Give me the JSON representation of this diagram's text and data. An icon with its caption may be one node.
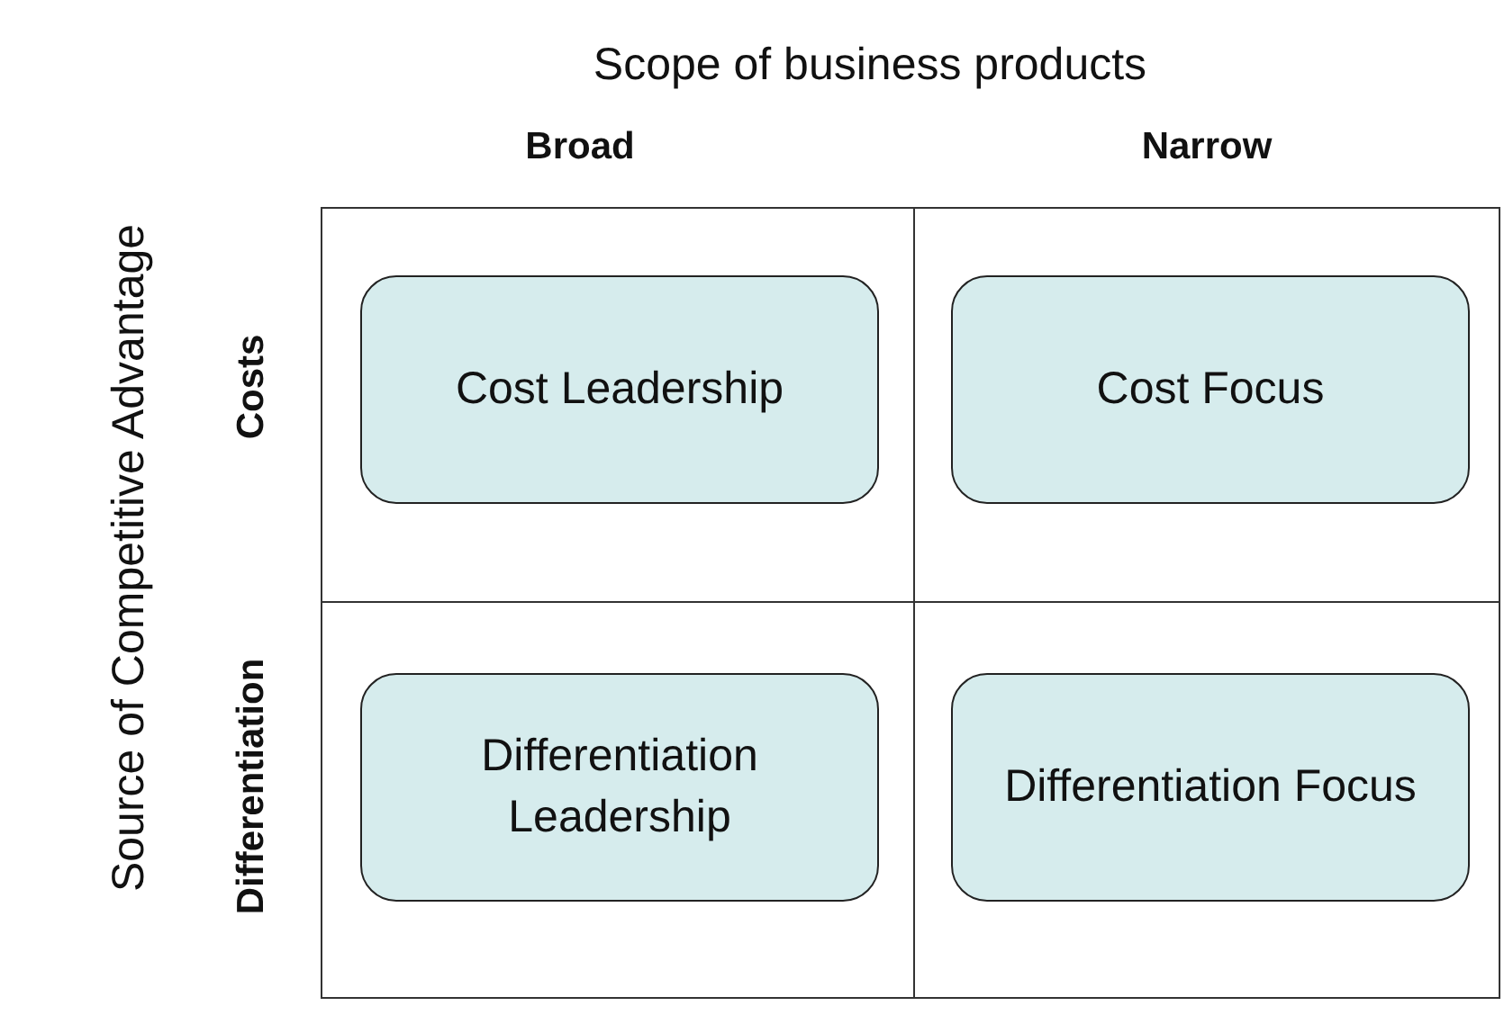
{
  "diagram": {
    "title": "Scope of business products",
    "nodes": [
      {
        "text": [
          "Cost Leadership"
        ]
      },
      {
        "text": [
          "Cost Focus"
        ]
      },
      {
        "text": [
          "Differentiation Leadership"
        ]
      },
      {
        "text": [
          "Differentiation Focus"
        ]
      }
    ],
    "labels": [
      "Source of Competitive Advantage",
      "Broad",
      "Narrow",
      "Costs",
      "Differentiation"
    ]
  }
}
